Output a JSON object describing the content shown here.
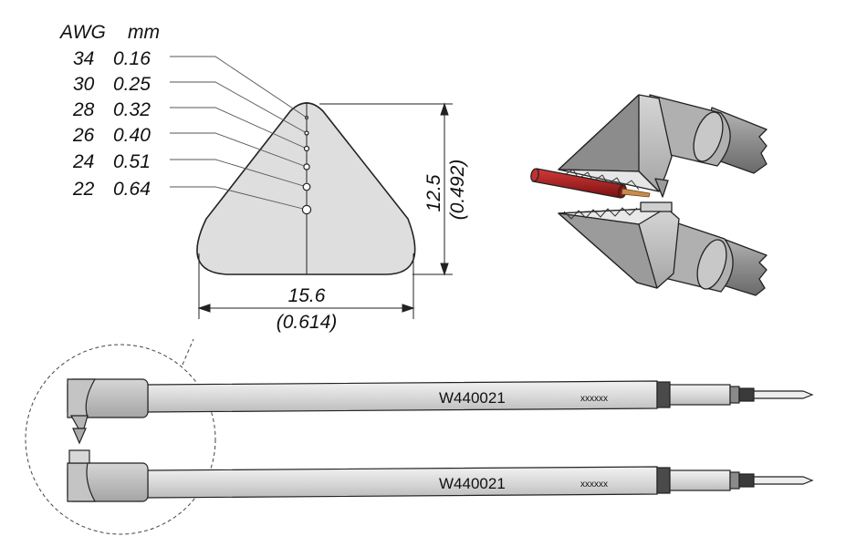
{
  "wire_table": {
    "header_awg": "AWG",
    "header_mm": "mm",
    "rows": [
      {
        "awg": "34",
        "mm": "0.16"
      },
      {
        "awg": "30",
        "mm": "0.25"
      },
      {
        "awg": "28",
        "mm": "0.32"
      },
      {
        "awg": "26",
        "mm": "0.40"
      },
      {
        "awg": "24",
        "mm": "0.51"
      },
      {
        "awg": "22",
        "mm": "0.64"
      }
    ]
  },
  "dimensions": {
    "height_mm": "12.5",
    "height_in": "(0.492)",
    "width_mm": "15.6",
    "width_in": "(0.614)"
  },
  "cartridges": {
    "upper": {
      "part_number": "W440021",
      "code": "xxxxxx"
    },
    "lower": {
      "part_number": "W440021",
      "code": "xxxxxx"
    }
  },
  "colors": {
    "body_gray": "#d2d2d2",
    "shade_gray": "#9a9a9a",
    "dark_band": "#4a4a4a",
    "wire_red": "#b01e1e",
    "copper": "#c98a4a"
  }
}
